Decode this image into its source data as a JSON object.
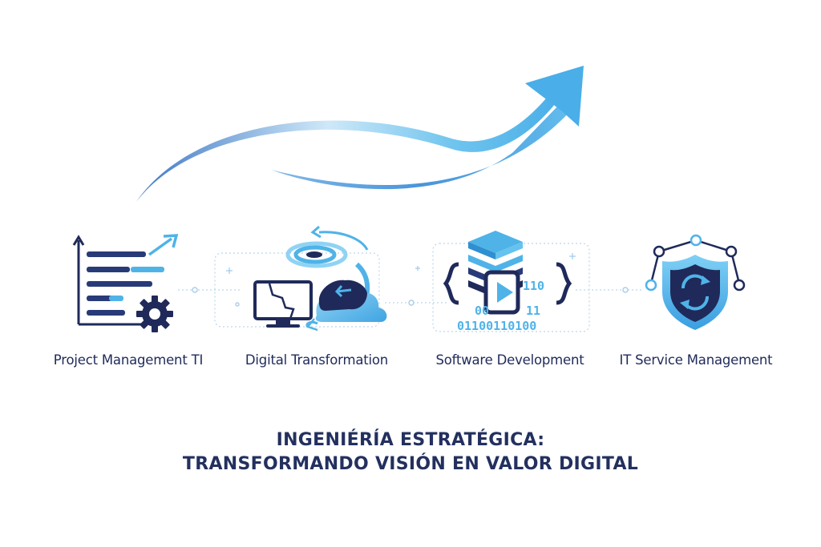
{
  "colors": {
    "navy": "#1f2a5a",
    "dark_blue": "#283a78",
    "cyan": "#4fb3e8",
    "light_cyan": "#8fd3f4",
    "connector": "#b9d7ee"
  },
  "arrow": {
    "icon": "growth-arrow-icon"
  },
  "capabilities": [
    {
      "label": "Project Management TI",
      "icon": "gantt-chart-gear-icon"
    },
    {
      "label": "Digital Transformation",
      "icon": "monitor-cloud-sync-icon"
    },
    {
      "label": "Software Development",
      "icon": "code-layers-play-icon"
    },
    {
      "label": "IT Service Management",
      "icon": "shield-cycle-icon"
    }
  ],
  "software_binary": {
    "row1": "110",
    "row2_left": "00",
    "row2_right": "11",
    "row3": "01100110100"
  },
  "title": {
    "line1": "INGENIÉRÍA ESTRATÉGICA:",
    "line2": "TRANSFORMANDO VISIÓN EN VALOR DIGITAL"
  }
}
